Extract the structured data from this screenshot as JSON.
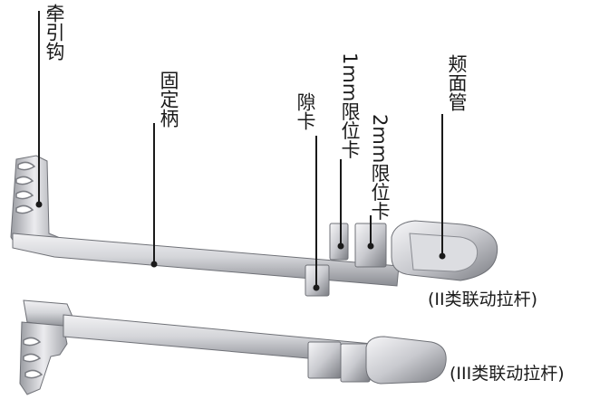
{
  "labels": {
    "traction_hook": "牵引钩",
    "fixed_handle": "固定柄",
    "gap_card": "隙卡",
    "stop_1mm": "1mm限位卡",
    "stop_2mm": "2mm限位卡",
    "zygomatic_tube": "颊面管"
  },
  "captions": {
    "type_ii": "(II类联动拉杆)",
    "type_iii": "(III类联动拉杆)"
  },
  "colors": {
    "metal_light": "#e8e8ea",
    "metal_mid": "#bfc0c4",
    "metal_dark": "#7d7f85",
    "leader_line": "#1a1a1a",
    "text": "#1a1a1a"
  }
}
